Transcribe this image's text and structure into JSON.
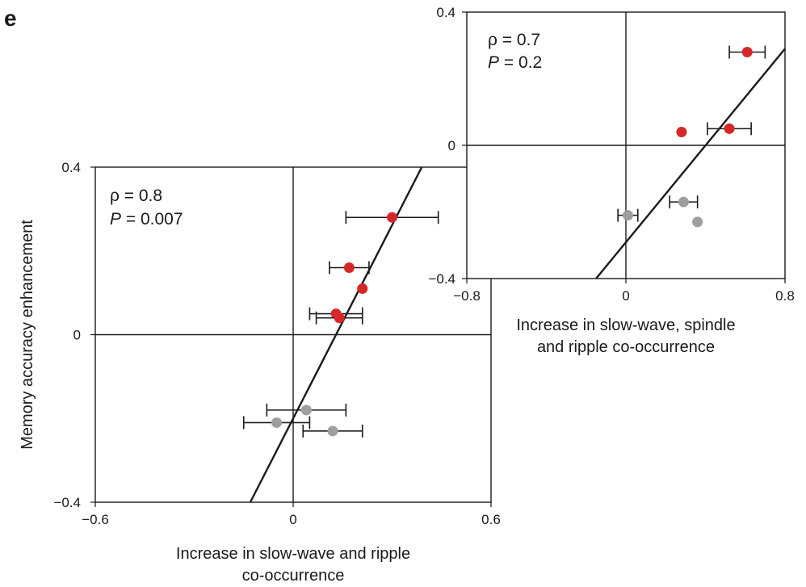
{
  "panel_label": "e",
  "chart_data": [
    {
      "id": "main",
      "type": "scatter",
      "xlabel_lines": [
        "Increase in slow-wave and ripple",
        "co-occurrence"
      ],
      "ylabel": "Memory accuracy enhancement",
      "xlim": [
        -0.6,
        0.6
      ],
      "ylim": [
        -0.4,
        0.4
      ],
      "xticks": [
        {
          "value": -0.6,
          "label": "−0.6"
        },
        {
          "value": 0,
          "label": "0"
        },
        {
          "value": 0.6,
          "label": "0.6"
        }
      ],
      "yticks": [
        {
          "value": -0.4,
          "label": "−0.4"
        },
        {
          "value": 0,
          "label": "0"
        },
        {
          "value": 0.4,
          "label": "0.4"
        }
      ],
      "stats": {
        "rho_text": "ρ = 0.8",
        "p_label": "P",
        "p_value_text": " = 0.007"
      },
      "regression": {
        "x1": -0.13,
        "y1": -0.4,
        "x2": 0.39,
        "y2": 0.4
      },
      "points": [
        {
          "x": 0.3,
          "y": 0.28,
          "xerr": 0.14,
          "color": "#d62728"
        },
        {
          "x": 0.17,
          "y": 0.16,
          "xerr": 0.06,
          "color": "#d62728"
        },
        {
          "x": 0.21,
          "y": 0.11,
          "xerr": 0,
          "color": "#d62728"
        },
        {
          "x": 0.13,
          "y": 0.05,
          "xerr": 0.08,
          "color": "#d62728"
        },
        {
          "x": 0.14,
          "y": 0.04,
          "xerr": 0.07,
          "color": "#d62728"
        },
        {
          "x": 0.04,
          "y": -0.18,
          "xerr": 0.12,
          "color": "#9e9e9e"
        },
        {
          "x": -0.05,
          "y": -0.21,
          "xerr": 0.1,
          "color": "#9e9e9e"
        },
        {
          "x": 0.12,
          "y": -0.23,
          "xerr": 0.09,
          "color": "#9e9e9e"
        }
      ]
    },
    {
      "id": "inset",
      "type": "scatter",
      "xlabel_lines": [
        "Increase in slow-wave, spindle",
        "and ripple co-occurrence"
      ],
      "ylabel": "",
      "xlim": [
        -0.8,
        0.8
      ],
      "ylim": [
        -0.4,
        0.4
      ],
      "xticks": [
        {
          "value": -0.8,
          "label": "−0.8"
        },
        {
          "value": 0,
          "label": "0"
        },
        {
          "value": 0.8,
          "label": "0.8"
        }
      ],
      "yticks": [
        {
          "value": -0.4,
          "label": "−0.4"
        },
        {
          "value": 0,
          "label": "0"
        },
        {
          "value": 0.4,
          "label": "0.4"
        }
      ],
      "stats": {
        "rho_text": "ρ = 0.7",
        "p_label": "P",
        "p_value_text": " = 0.2"
      },
      "regression": {
        "x1": -0.15,
        "y1": -0.4,
        "x2": 0.8,
        "y2": 0.29
      },
      "points": [
        {
          "x": 0.61,
          "y": 0.28,
          "xerr": 0.09,
          "color": "#d62728"
        },
        {
          "x": 0.52,
          "y": 0.05,
          "xerr": 0.11,
          "color": "#d62728"
        },
        {
          "x": 0.28,
          "y": 0.04,
          "xerr": 0,
          "color": "#d62728"
        },
        {
          "x": 0.29,
          "y": -0.17,
          "xerr": 0.07,
          "color": "#9e9e9e"
        },
        {
          "x": 0.01,
          "y": -0.21,
          "xerr": 0.05,
          "color": "#9e9e9e"
        },
        {
          "x": 0.36,
          "y": -0.23,
          "xerr": 0,
          "color": "#9e9e9e"
        }
      ]
    }
  ]
}
